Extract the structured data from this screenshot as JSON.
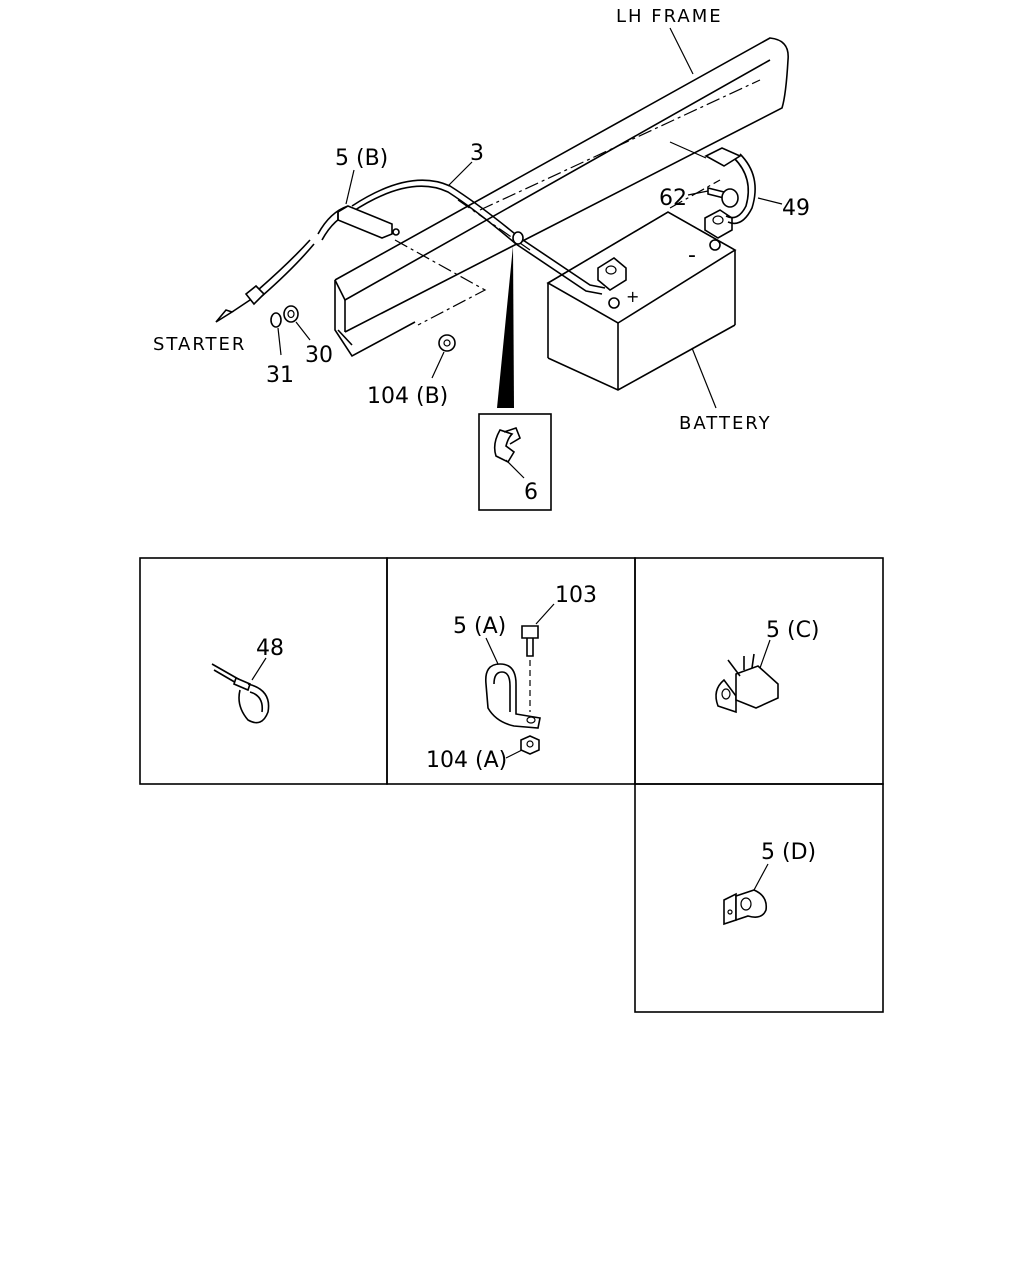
{
  "top": {
    "lh_frame": "LH FRAME",
    "starter": "STARTER",
    "battery": "BATTERY",
    "part_5b": "5 (B)",
    "part_3": "3",
    "part_62": "62",
    "part_49": "49",
    "part_31": "31",
    "part_30": "30",
    "part_104b": "104 (B)",
    "part_6": "6",
    "minus_sign": "-",
    "plus_sign": "+"
  },
  "panels": {
    "part_48": "48",
    "part_5a": "5 (A)",
    "part_103": "103",
    "part_104a": "104 (A)",
    "part_5c": "5 (C)",
    "part_5d": "5 (D)"
  }
}
